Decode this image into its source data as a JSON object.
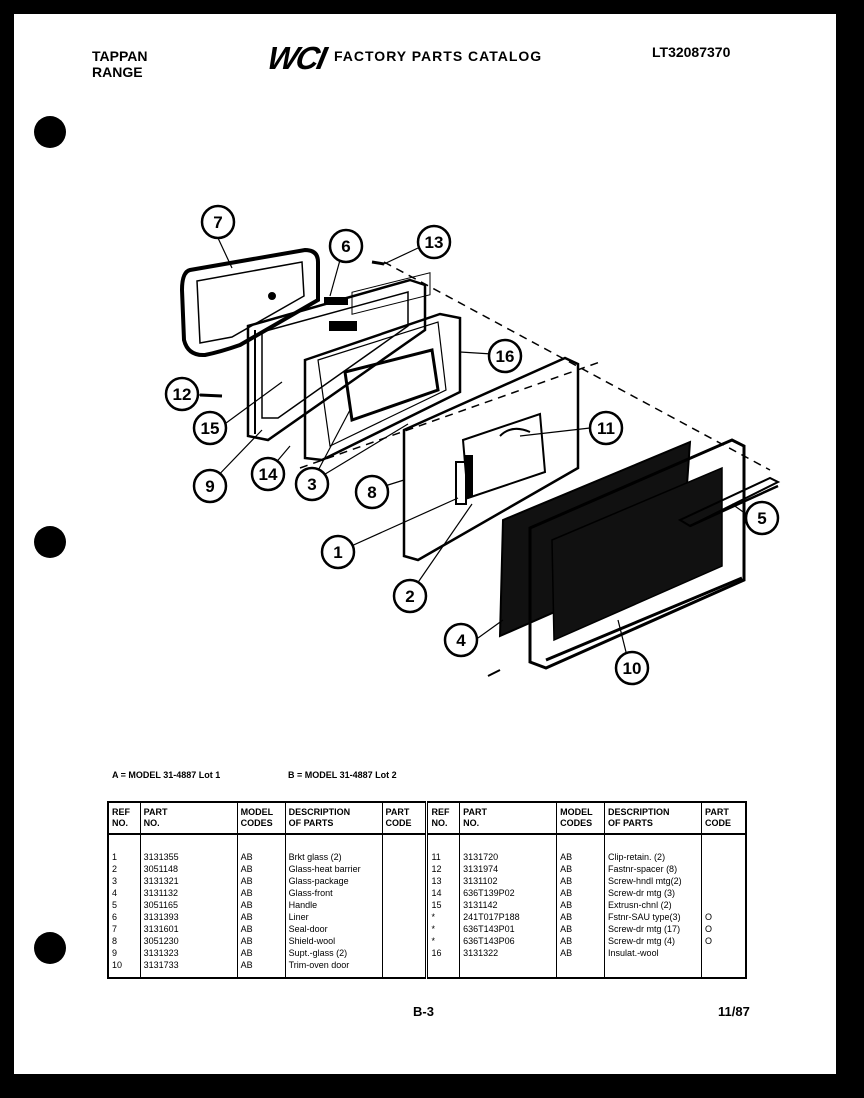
{
  "header": {
    "brand_line1": "TAPPAN",
    "brand_line2": "RANGE",
    "logo": "WCI",
    "catalog_title": "FACTORY PARTS CATALOG",
    "catalog_code": "LT32087370"
  },
  "callouts": [
    "1",
    "2",
    "3",
    "4",
    "5",
    "6",
    "7",
    "8",
    "9",
    "10",
    "11",
    "12",
    "13",
    "14",
    "15",
    "16"
  ],
  "models": {
    "a": "A = MODEL 31-4887  Lot 1",
    "b": "B = MODEL 31-4887  Lot 2"
  },
  "table": {
    "headers": {
      "ref": [
        "REF",
        "NO."
      ],
      "part": [
        "PART",
        "NO."
      ],
      "model": [
        "MODEL",
        "CODES"
      ],
      "desc": [
        "DESCRIPTION",
        "OF PARTS"
      ],
      "code": [
        "PART",
        "CODE"
      ]
    },
    "left": [
      {
        "ref": "1",
        "part": "3131355",
        "model": "AB",
        "desc": "Brkt glass (2)",
        "code": ""
      },
      {
        "ref": "2",
        "part": "3051148",
        "model": "AB",
        "desc": "Glass-heat barrier",
        "code": ""
      },
      {
        "ref": "3",
        "part": "3131321",
        "model": "AB",
        "desc": "Glass-package",
        "code": ""
      },
      {
        "ref": "4",
        "part": "3131132",
        "model": "AB",
        "desc": "Glass-front",
        "code": ""
      },
      {
        "ref": "5",
        "part": "3051165",
        "model": "AB",
        "desc": "Handle",
        "code": ""
      },
      {
        "ref": "6",
        "part": "3131393",
        "model": "AB",
        "desc": "Liner",
        "code": ""
      },
      {
        "ref": "7",
        "part": "3131601",
        "model": "AB",
        "desc": "Seal-door",
        "code": ""
      },
      {
        "ref": "8",
        "part": "3051230",
        "model": "AB",
        "desc": "Shield-wool",
        "code": ""
      },
      {
        "ref": "9",
        "part": "3131323",
        "model": "AB",
        "desc": "Supt.-glass (2)",
        "code": ""
      },
      {
        "ref": "10",
        "part": "3131733",
        "model": "AB",
        "desc": "Trim-oven door",
        "code": ""
      }
    ],
    "right": [
      {
        "ref": "11",
        "part": "3131720",
        "model": "AB",
        "desc": "Clip-retain. (2)",
        "code": ""
      },
      {
        "ref": "12",
        "part": "3131974",
        "model": "AB",
        "desc": "Fastnr-spacer (8)",
        "code": ""
      },
      {
        "ref": "13",
        "part": "3131102",
        "model": "AB",
        "desc": "Screw-hndl mtg(2)",
        "code": ""
      },
      {
        "ref": "14",
        "part": "636T139P02",
        "model": "AB",
        "desc": "Screw-dr mtg (3)",
        "code": ""
      },
      {
        "ref": "15",
        "part": "3131142",
        "model": "AB",
        "desc": "Extrusn-chnl (2)",
        "code": ""
      },
      {
        "ref": "*",
        "part": "241T017P188",
        "model": "AB",
        "desc": "Fstnr-SAU type(3)",
        "code": "O"
      },
      {
        "ref": "*",
        "part": "636T143P01",
        "model": "AB",
        "desc": "Screw-dr mtg (17)",
        "code": "O"
      },
      {
        "ref": "*",
        "part": "636T143P06",
        "model": "AB",
        "desc": "Screw-dr mtg (4)",
        "code": "O"
      },
      {
        "ref": "16",
        "part": "3131322",
        "model": "AB",
        "desc": "Insulat.-wool",
        "code": ""
      },
      {
        "ref": "",
        "part": "",
        "model": "",
        "desc": "",
        "code": ""
      }
    ]
  },
  "footer": {
    "page": "B-3",
    "date": "11/87"
  }
}
